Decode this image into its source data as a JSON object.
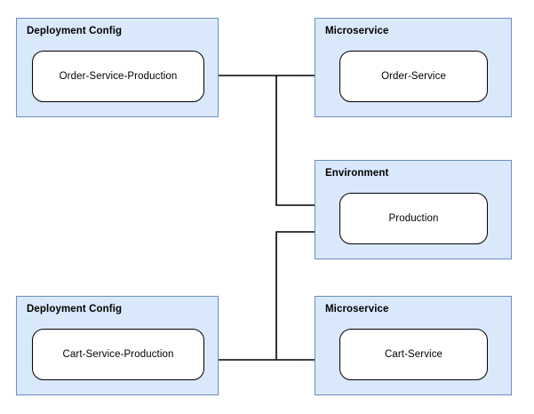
{
  "diagram": {
    "type": "deployment-relationship-diagram",
    "background_color": "#ffffff",
    "group_fill_color": "#dae8fc",
    "group_border_color": "#6c8ebf",
    "node_fill_color": "#ffffff",
    "node_border_color": "#000000",
    "edge_color": "#000000",
    "groups": [
      {
        "id": "deployment-config-order",
        "title": "Deployment Config",
        "node": "Order-Service-Production"
      },
      {
        "id": "microservice-order",
        "title": "Microservice",
        "node": "Order-Service"
      },
      {
        "id": "environment-production",
        "title": "Environment",
        "node": "Production"
      },
      {
        "id": "deployment-config-cart",
        "title": "Deployment Config",
        "node": "Cart-Service-Production"
      },
      {
        "id": "microservice-cart",
        "title": "Microservice",
        "node": "Cart-Service"
      }
    ],
    "edges": [
      {
        "from": "Order-Service-Production",
        "to": "Order-Service",
        "arrow": "end"
      },
      {
        "from": "Order-Service-Production",
        "to": "Production",
        "arrow": "end"
      },
      {
        "from": "Cart-Service-Production",
        "to": "Production",
        "arrow": "end"
      },
      {
        "from": "Cart-Service-Production",
        "to": "Cart-Service",
        "arrow": "end"
      }
    ]
  }
}
